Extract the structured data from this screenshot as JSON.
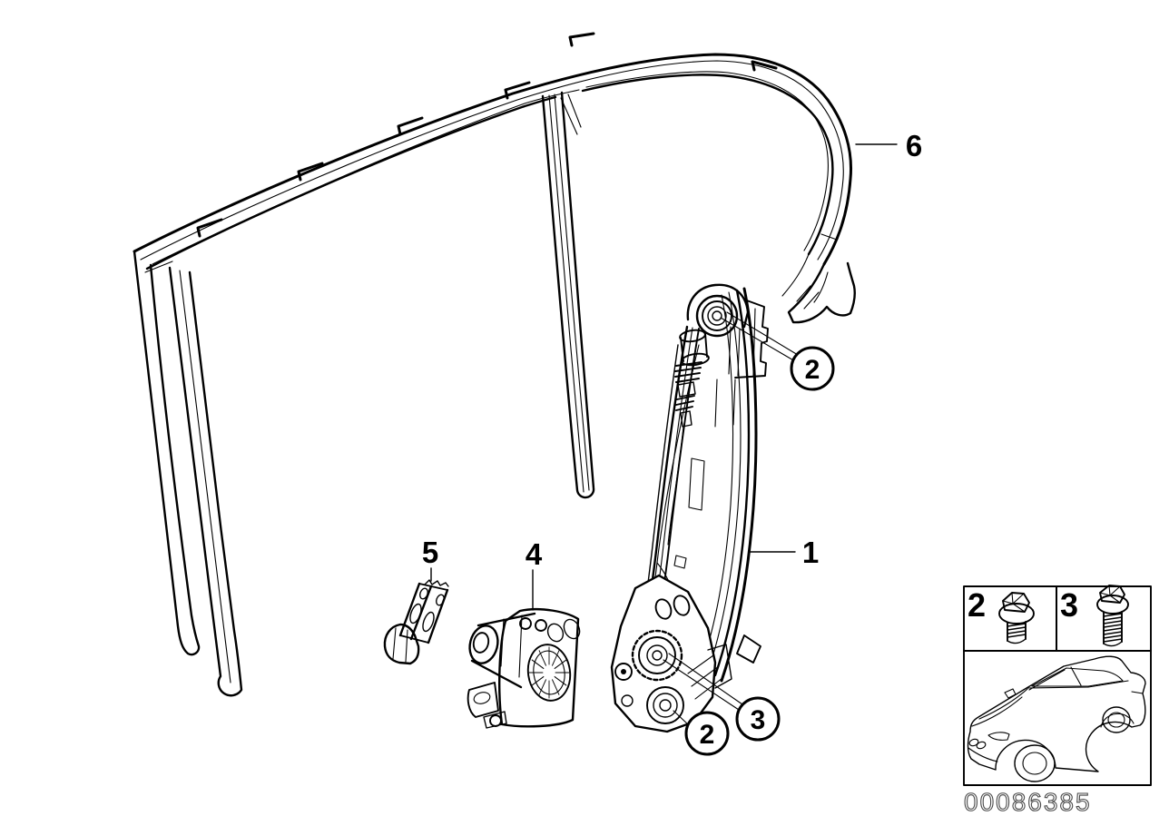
{
  "colors": {
    "ink": "#000000",
    "background": "#ffffff",
    "image_number_ink": "#4a4a4a"
  },
  "parts": {
    "regulator_label": "1",
    "motor_label": "4",
    "bracket_label": "5",
    "guide_label": "6"
  },
  "callouts": {
    "upper_screw": "2",
    "lower_screw": "2",
    "drum_screw": "3"
  },
  "inset": {
    "short_screw_label": "2",
    "long_screw_label": "3",
    "image_number": "00086385"
  }
}
